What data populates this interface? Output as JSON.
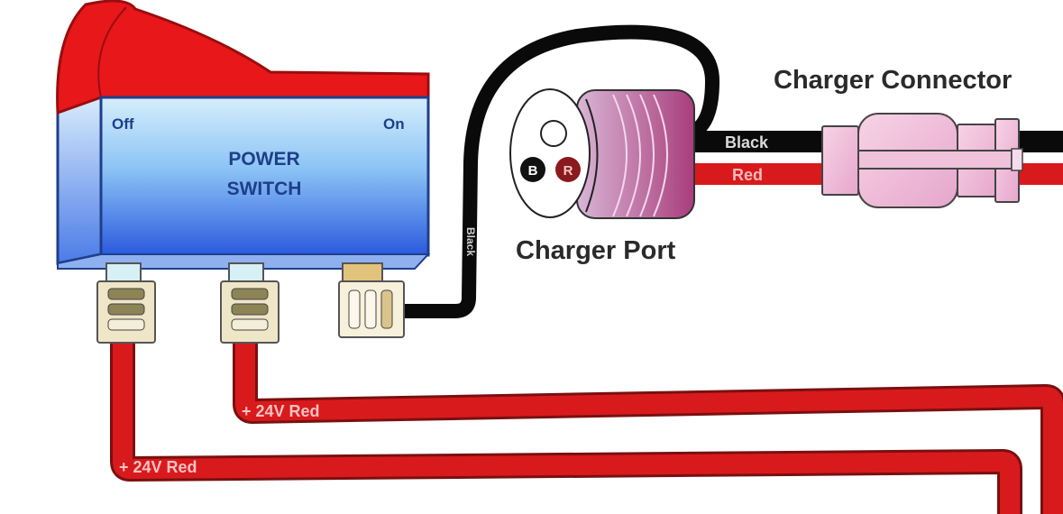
{
  "title": "Power switch and charger wiring diagram",
  "switch": {
    "title_line1": "POWER",
    "title_line2": "SWITCH",
    "off_label": "Off",
    "on_label": "On"
  },
  "charger_port": {
    "label": "Charger Port",
    "pin_b": "B",
    "pin_r": "R"
  },
  "charger_connector": {
    "label": "Charger Connector"
  },
  "wires": {
    "black_label": "Black",
    "red_label": "Red",
    "vertical_black_label": "Black",
    "positive_1": "+ 24V Red",
    "positive_2": "+ 24V Red"
  },
  "colors": {
    "rocker_red": "#e8171a",
    "switch_blue_top": "#cfe9fb",
    "switch_blue_bottom": "#2f5fe0",
    "wire_red": "#d91a1c",
    "wire_black": "#0a0a0a",
    "port_purple": "#a8407e",
    "connector_pink": "#f2bcd8",
    "text_dark": "#2a2a2a",
    "switch_text": "#1d3f8a"
  }
}
